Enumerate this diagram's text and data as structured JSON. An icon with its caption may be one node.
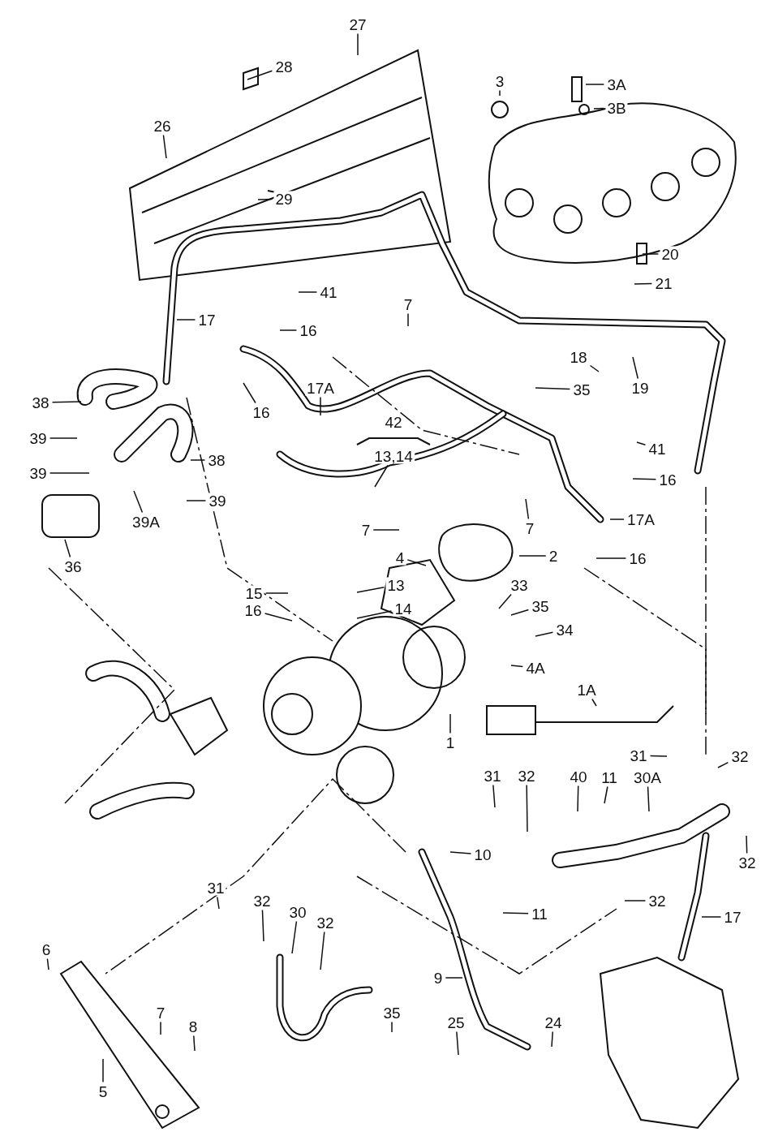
{
  "diagram": {
    "nodes": [
      {
        "text": [
          "29"
        ]
      },
      {
        "text": [
          "28"
        ]
      },
      {
        "text": [
          "27"
        ]
      },
      {
        "text": [
          "26"
        ]
      },
      {
        "text": [
          "3"
        ]
      },
      {
        "text": [
          "3A"
        ]
      },
      {
        "text": [
          "3B"
        ]
      },
      {
        "text": [
          "20"
        ]
      },
      {
        "text": [
          "21"
        ]
      },
      {
        "text": [
          "41"
        ]
      },
      {
        "text": [
          "16"
        ]
      },
      {
        "text": [
          "7"
        ]
      },
      {
        "text": [
          "17"
        ]
      },
      {
        "text": [
          "16"
        ]
      },
      {
        "text": [
          "17A"
        ]
      },
      {
        "text": [
          "18"
        ]
      },
      {
        "text": [
          "19"
        ]
      },
      {
        "text": [
          "35"
        ]
      },
      {
        "text": [
          "38"
        ]
      },
      {
        "text": [
          "39"
        ]
      },
      {
        "text": [
          "13,14"
        ]
      },
      {
        "text": [
          "38"
        ]
      },
      {
        "text": [
          "39"
        ]
      },
      {
        "text": [
          "39"
        ]
      },
      {
        "text": [
          "39A"
        ]
      },
      {
        "text": [
          "41"
        ]
      },
      {
        "text": [
          "16"
        ]
      },
      {
        "text": [
          "7"
        ]
      },
      {
        "text": [
          "7"
        ]
      },
      {
        "text": [
          "17A"
        ]
      },
      {
        "text": [
          "2"
        ]
      },
      {
        "text": [
          "4"
        ]
      },
      {
        "text": [
          "36"
        ]
      },
      {
        "text": [
          "16"
        ]
      },
      {
        "text": [
          "15"
        ]
      },
      {
        "text": [
          "13"
        ]
      },
      {
        "text": [
          "33"
        ]
      },
      {
        "text": [
          "35"
        ]
      },
      {
        "text": [
          "16"
        ]
      },
      {
        "text": [
          "14"
        ]
      },
      {
        "text": [
          "34"
        ]
      },
      {
        "text": [
          "4A"
        ]
      },
      {
        "text": [
          "1A"
        ]
      },
      {
        "text": [
          "1"
        ]
      },
      {
        "text": [
          "31"
        ]
      },
      {
        "text": [
          "32"
        ]
      },
      {
        "text": [
          "31"
        ]
      },
      {
        "text": [
          "32"
        ]
      },
      {
        "text": [
          "40"
        ]
      },
      {
        "text": [
          "11"
        ]
      },
      {
        "text": [
          "30A"
        ]
      },
      {
        "text": [
          "10"
        ]
      },
      {
        "text": [
          "32"
        ]
      },
      {
        "text": [
          "31"
        ]
      },
      {
        "text": [
          "32"
        ]
      },
      {
        "text": [
          "30"
        ]
      },
      {
        "text": [
          "11"
        ]
      },
      {
        "text": [
          "32"
        ]
      },
      {
        "text": [
          "17"
        ]
      },
      {
        "text": [
          "6"
        ]
      },
      {
        "text": [
          "32"
        ]
      },
      {
        "text": [
          "9"
        ]
      },
      {
        "text": [
          "35"
        ]
      },
      {
        "text": [
          "7"
        ]
      },
      {
        "text": [
          "8"
        ]
      },
      {
        "text": [
          "25"
        ]
      },
      {
        "text": [
          "24"
        ]
      },
      {
        "text": [
          "5"
        ]
      }
    ],
    "edges": [
      {
        "from": 0,
        "to": null,
        "arrow": "none"
      },
      {
        "from": 1,
        "to": null,
        "arrow": "none"
      },
      {
        "from": 2,
        "to": null,
        "arrow": "none"
      },
      {
        "from": 3,
        "to": null,
        "arrow": "none"
      },
      {
        "from": 4,
        "to": null,
        "arrow": "none"
      },
      {
        "from": 5,
        "to": null,
        "arrow": "none"
      },
      {
        "from": 6,
        "to": null,
        "arrow": "none"
      },
      {
        "from": 7,
        "to": null,
        "arrow": "none"
      },
      {
        "from": 8,
        "to": null,
        "arrow": "none"
      },
      {
        "from": 9,
        "to": null,
        "arrow": "none"
      },
      {
        "from": 10,
        "to": null,
        "arrow": "none"
      },
      {
        "from": 11,
        "to": null,
        "arrow": "none"
      },
      {
        "from": 12,
        "to": null,
        "arrow": "none"
      },
      {
        "from": 13,
        "to": null,
        "arrow": "none"
      },
      {
        "from": 14,
        "to": null,
        "arrow": "none"
      },
      {
        "from": 15,
        "to": null,
        "arrow": "none"
      },
      {
        "from": 16,
        "to": null,
        "arrow": "none"
      },
      {
        "from": 17,
        "to": null,
        "arrow": "none"
      },
      {
        "from": 18,
        "to": null,
        "arrow": "none"
      },
      {
        "from": 19,
        "to": null,
        "arrow": "none"
      },
      {
        "from": 20,
        "to": null,
        "arrow": "none"
      },
      {
        "from": 21,
        "to": null,
        "arrow": "none"
      },
      {
        "from": 22,
        "to": null,
        "arrow": "none"
      },
      {
        "from": 23,
        "to": null,
        "arrow": "none"
      },
      {
        "from": 24,
        "to": null,
        "arrow": "none"
      },
      {
        "from": 25,
        "to": null,
        "arrow": "none"
      },
      {
        "from": 26,
        "to": null,
        "arrow": "none"
      },
      {
        "from": 27,
        "to": null,
        "arrow": "none"
      },
      {
        "from": 28,
        "to": null,
        "arrow": "none"
      },
      {
        "from": 29,
        "to": null,
        "arrow": "none"
      },
      {
        "from": 30,
        "to": null,
        "arrow": "none"
      },
      {
        "from": 31,
        "to": null,
        "arrow": "none"
      },
      {
        "from": 32,
        "to": null,
        "arrow": "none"
      },
      {
        "from": 33,
        "to": null,
        "arrow": "none"
      },
      {
        "from": 34,
        "to": null,
        "arrow": "none"
      },
      {
        "from": 35,
        "to": null,
        "arrow": "none"
      },
      {
        "from": 36,
        "to": null,
        "arrow": "none"
      },
      {
        "from": 37,
        "to": null,
        "arrow": "none"
      },
      {
        "from": 38,
        "to": null,
        "arrow": "none"
      },
      {
        "from": 39,
        "to": null,
        "arrow": "none"
      },
      {
        "from": 40,
        "to": null,
        "arrow": "none"
      },
      {
        "from": 41,
        "to": null,
        "arrow": "none"
      },
      {
        "from": 42,
        "to": null,
        "arrow": "none"
      },
      {
        "from": 43,
        "to": null,
        "arrow": "none"
      },
      {
        "from": 44,
        "to": null,
        "arrow": "none"
      },
      {
        "from": 45,
        "to": null,
        "arrow": "none"
      },
      {
        "from": 46,
        "to": null,
        "arrow": "none"
      },
      {
        "from": 47,
        "to": null,
        "arrow": "none"
      },
      {
        "from": 48,
        "to": null,
        "arrow": "none"
      },
      {
        "from": 49,
        "to": null,
        "arrow": "none"
      },
      {
        "from": 50,
        "to": null,
        "arrow": "none"
      },
      {
        "from": 51,
        "to": null,
        "arrow": "none"
      },
      {
        "from": 52,
        "to": null,
        "arrow": "none"
      },
      {
        "from": 53,
        "to": null,
        "arrow": "none"
      },
      {
        "from": 54,
        "to": null,
        "arrow": "none"
      },
      {
        "from": 55,
        "to": null,
        "arrow": "none"
      },
      {
        "from": 56,
        "to": null,
        "arrow": "none"
      },
      {
        "from": 57,
        "to": null,
        "arrow": "none"
      },
      {
        "from": 58,
        "to": null,
        "arrow": "none"
      },
      {
        "from": 59,
        "to": null,
        "arrow": "none"
      },
      {
        "from": 60,
        "to": null,
        "arrow": "none"
      },
      {
        "from": 61,
        "to": null,
        "arrow": "none"
      },
      {
        "from": 62,
        "to": null,
        "arrow": "none"
      },
      {
        "from": 63,
        "to": null,
        "arrow": "none"
      },
      {
        "from": 64,
        "to": null,
        "arrow": "none"
      },
      {
        "from": 65,
        "to": null,
        "arrow": "none"
      },
      {
        "from": 66,
        "to": null,
        "arrow": "none"
      },
      {
        "from": 67,
        "to": null,
        "arrow": "none"
      }
    ],
    "labels": [
      "42"
    ]
  }
}
